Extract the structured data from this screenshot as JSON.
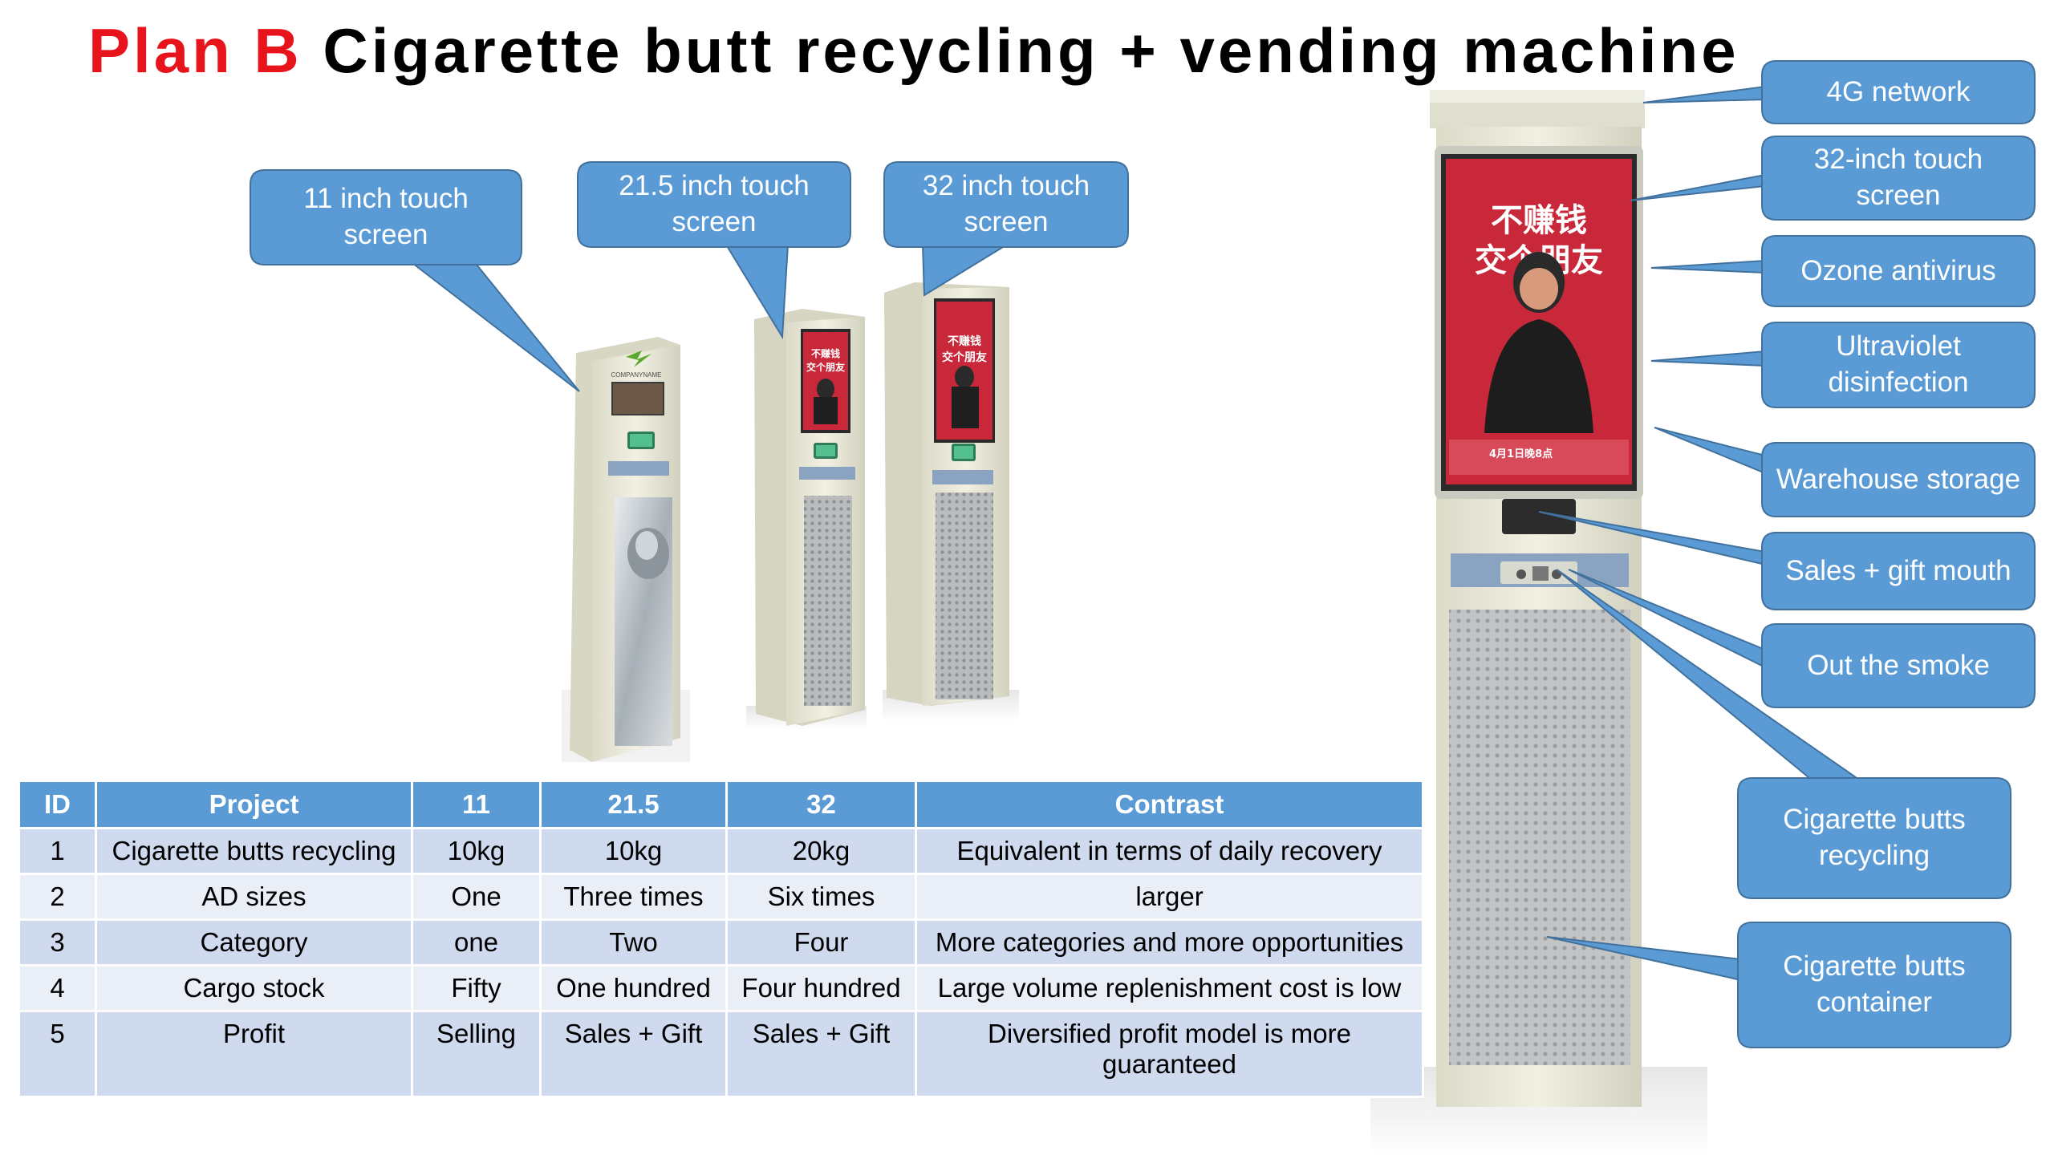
{
  "title": {
    "accent": "Plan B",
    "main": "Cigarette butt recycling + vending machine"
  },
  "colors": {
    "accent": "#e8141b",
    "callout": "#5b9bd5",
    "callout_border": "#41719c",
    "kiosk_body": "#ecebdc",
    "screen_ad": "#c8283a"
  },
  "callouts_left": [
    {
      "id": "c11",
      "text": "11 inch touch screen"
    },
    {
      "id": "c215",
      "text": "21.5 inch touch screen"
    },
    {
      "id": "c32",
      "text": "32 inch touch screen"
    }
  ],
  "labels_right": [
    "4G network",
    "32-inch touch screen",
    "Ozone antivirus",
    "Ultraviolet disinfection",
    "Warehouse storage",
    "Sales + gift mouth",
    "Out the smoke",
    "Cigarette butts recycling",
    "Cigarette butts container"
  ],
  "machines": {
    "small_logo_text": "COMPANYNAME",
    "ad_headline_1": "不赚钱",
    "ad_headline_2": "交个朋友",
    "ad_bottom_line": "4月1日晚8点"
  },
  "table": {
    "headers": [
      "ID",
      "Project",
      "11",
      "21.5",
      "32",
      "Contrast"
    ],
    "rows": [
      [
        "1",
        "Cigarette butts recycling",
        "10kg",
        "10kg",
        "20kg",
        "Equivalent in terms of daily recovery"
      ],
      [
        "2",
        "AD sizes",
        "One",
        "Three times",
        "Six times",
        "larger"
      ],
      [
        "3",
        "Category",
        "one",
        "Two",
        "Four",
        "More categories and more opportunities"
      ],
      [
        "4",
        "Cargo stock",
        "Fifty",
        "One hundred",
        "Four hundred",
        "Large volume replenishment cost is low"
      ],
      [
        "5",
        "Profit",
        "Selling",
        "Sales + Gift",
        "Sales + Gift",
        "Diversified profit model is more guaranteed"
      ]
    ]
  }
}
